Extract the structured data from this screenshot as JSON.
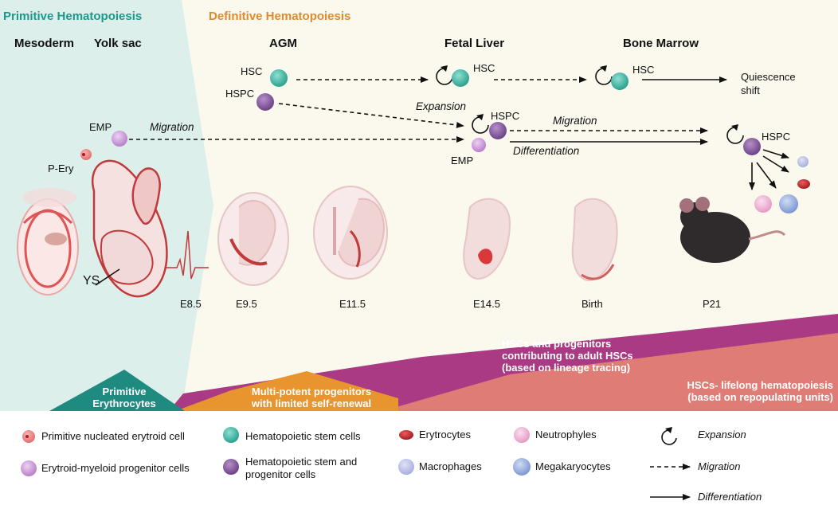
{
  "headers": {
    "primitive": "Primitive Hematopoiesis",
    "definitive": "Definitive Hematopoiesis"
  },
  "stages": {
    "mesoderm": "Mesoderm",
    "yolk_sac": "Yolk sac",
    "agm": "AGM",
    "fetal_liver": "Fetal Liver",
    "bone_marrow": "Bone Marrow"
  },
  "cells": {
    "hsc_agm": "HSC",
    "hspc_agm": "HSPC",
    "emp_ys": "EMP",
    "p_ery": "P-Ery",
    "hsc_fl": "HSC",
    "hspc_fl": "HSPC",
    "emp_fl": "EMP",
    "hsc_bm": "HSC",
    "hspc_bm": "HSPC",
    "ys": "YS"
  },
  "arrows": {
    "migration_1": "Migration",
    "expansion": "Expansion",
    "migration_2": "Migration",
    "differentiation": "Differentiation",
    "quiescence": "Quiescence\nshift"
  },
  "ages": [
    "E8.5",
    "E9.5",
    "E11.5",
    "E14.5",
    "Birth",
    "P21"
  ],
  "bands": {
    "primitive_erythrocytes": "Primitive\nErythrocytes",
    "multipotent": "Multi-potent progenitors\nwith limited self-renewal",
    "hsc_progenitors": "HSCs and progenitors\ncontributing to adult HSCs\n(based on lineage tracing)",
    "lifelong": "HSCs- lifelong hematopoiesis\n(based on repopulating units)"
  },
  "legend": {
    "primitive_nucleated": "Primitive nucleated erytroid cell",
    "hsc": "Hematopoietic stem cells",
    "erytrocytes": "Erytrocytes",
    "neutrophyles": "Neutrophyles",
    "expansion": "Expansion",
    "emp": "Erytroid-myeloid progenitor cells",
    "hspc": "Hematopoietic stem and\nprogenitor cells",
    "macrophages": "Macrophages",
    "megakaryocytes": "Megakaryocytes",
    "migration": "Migration",
    "differentiation": "Differentiation"
  },
  "colors": {
    "primitive_bg": "#dcefea",
    "definitive_bg": "#fbf8ee",
    "primitive_header": "#1a9a8a",
    "definitive_header": "#e08a2e",
    "hsc": "#3fb5a3",
    "hspc": "#8a5ea0",
    "emp": "#c99ad6",
    "rbc": "#c3272b",
    "band_primitive": "#1f8a80",
    "band_multipotent": "#e8952f",
    "band_hsc": "#a93a83",
    "band_lifelong": "#e07c76"
  }
}
